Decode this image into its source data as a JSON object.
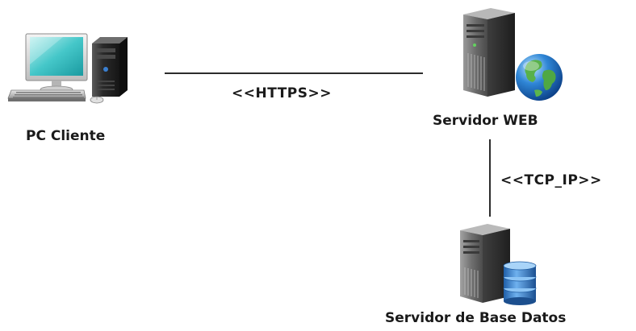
{
  "diagram": {
    "nodes": {
      "pc": {
        "label": "PC Cliente",
        "icon": "desktop-pc-icon"
      },
      "web": {
        "label": "Servidor WEB",
        "icon": "web-server-globe-icon"
      },
      "db": {
        "label": "Servidor de Base Datos",
        "icon": "database-server-icon"
      }
    },
    "connections": {
      "https": {
        "label": "<<HTTPS>>"
      },
      "tcp": {
        "label": "<<TCP_IP>>"
      }
    }
  }
}
